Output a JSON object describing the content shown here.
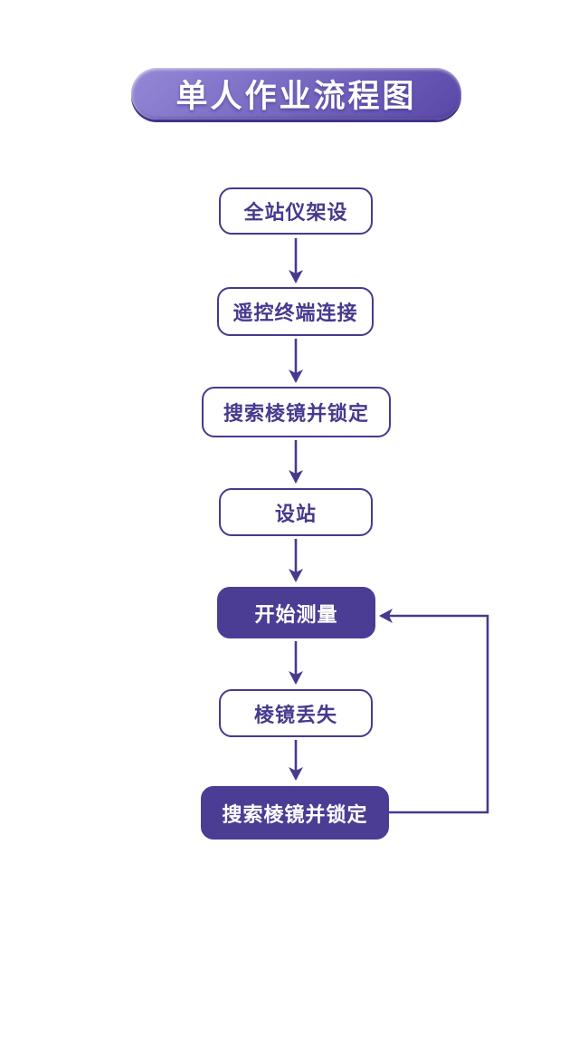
{
  "title": "单人作业流程图",
  "colors": {
    "ink": "#463a8e",
    "node_fill": "#4b3d94",
    "banner_light": "#9488d8",
    "banner_dark": "#5a47a8",
    "banner_rim": "#41328a"
  },
  "nodes": [
    {
      "id": "total-station-setup",
      "label": "全站仪架设",
      "style": "outline"
    },
    {
      "id": "remote-terminal-connect",
      "label": "遥控终端连接",
      "style": "outline"
    },
    {
      "id": "search-prism-lock",
      "label": "搜索棱镜并锁定",
      "style": "outline"
    },
    {
      "id": "set-station",
      "label": "设站",
      "style": "outline"
    },
    {
      "id": "start-measurement",
      "label": "开始测量",
      "style": "filled"
    },
    {
      "id": "prism-lost",
      "label": "棱镜丢失",
      "style": "outline"
    },
    {
      "id": "search-prism-lock-again",
      "label": "搜索棱镜并锁定",
      "style": "filled"
    }
  ],
  "edges": [
    {
      "from": "total-station-setup",
      "to": "remote-terminal-connect",
      "type": "down"
    },
    {
      "from": "remote-terminal-connect",
      "to": "search-prism-lock",
      "type": "down"
    },
    {
      "from": "search-prism-lock",
      "to": "set-station",
      "type": "down"
    },
    {
      "from": "set-station",
      "to": "start-measurement",
      "type": "down"
    },
    {
      "from": "start-measurement",
      "to": "prism-lost",
      "type": "down"
    },
    {
      "from": "prism-lost",
      "to": "search-prism-lock-again",
      "type": "down"
    },
    {
      "from": "search-prism-lock-again",
      "to": "start-measurement",
      "type": "loop-back"
    }
  ]
}
